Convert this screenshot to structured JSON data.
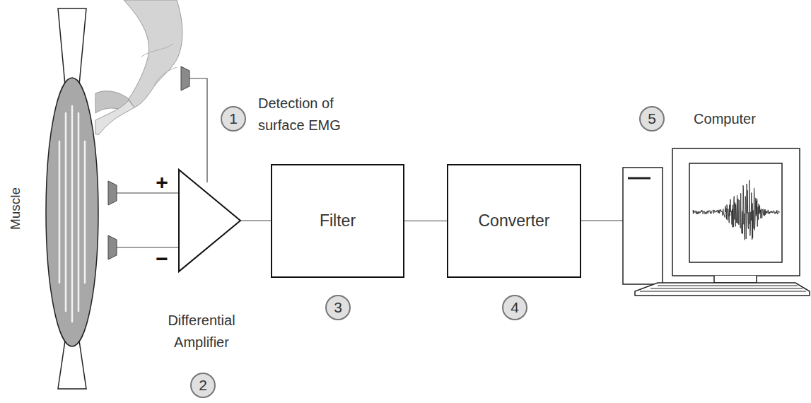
{
  "diagram": {
    "nodes": [
      {
        "text": [
          "Filter"
        ]
      },
      {
        "text": [
          "Converter"
        ]
      }
    ],
    "edges": [
      {
        "from": 0,
        "to": 1,
        "arrow": "none"
      }
    ],
    "labels": [
      "Muscle",
      "1",
      "Detection of surface EMG",
      "+",
      "−",
      "Differential Amplifier",
      "2",
      "3",
      "4",
      "5",
      "Computer"
    ]
  }
}
